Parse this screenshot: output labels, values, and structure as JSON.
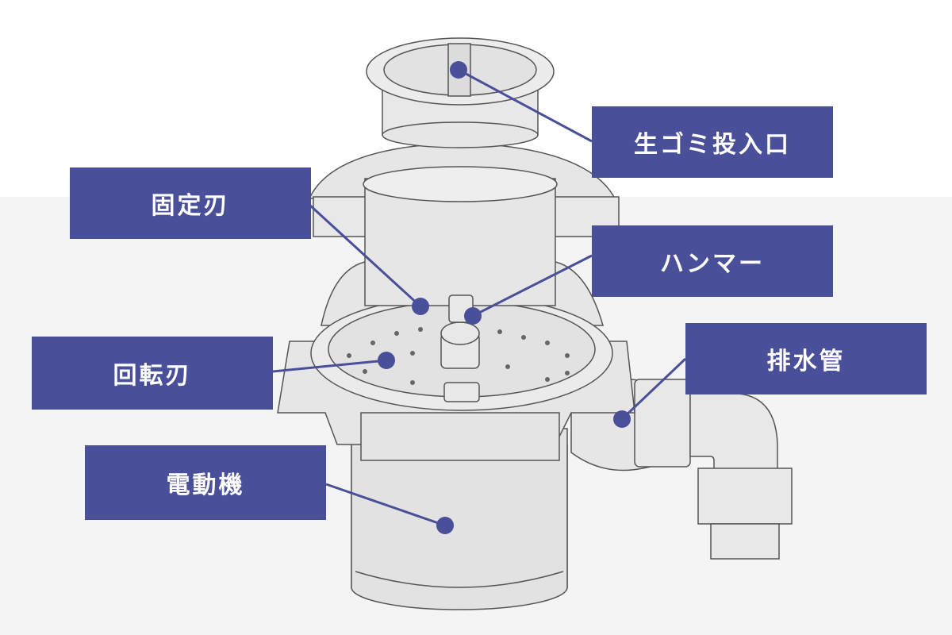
{
  "colors": {
    "label_bg": "#4a4f99",
    "label_text": "#ffffff",
    "marker": "#4a4f99",
    "line": "#4a4f99",
    "background_top": "#ffffff",
    "background_bottom": "#f4f4f4",
    "device_fill": "#e4e4e4",
    "device_stroke": "#555555"
  },
  "labels": {
    "inlet": "生ゴミ投入口",
    "fixed_blade": "固定刃",
    "hammer": "ハンマー",
    "rotary_blade": "回転刃",
    "drain_pipe": "排水管",
    "motor": "電動機"
  }
}
